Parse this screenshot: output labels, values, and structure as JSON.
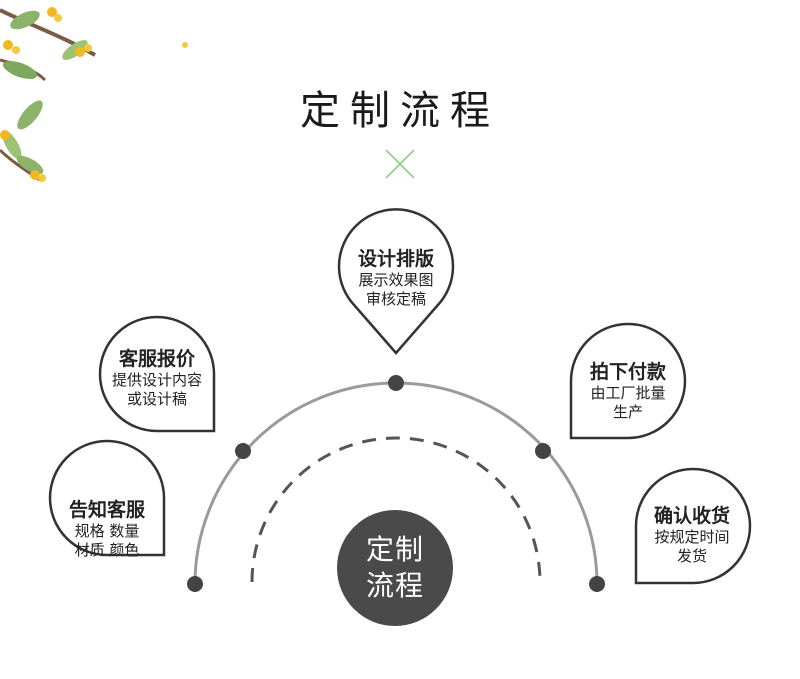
{
  "title": "定制流程",
  "center": {
    "line1": "定制",
    "line2": "流程"
  },
  "steps": [
    {
      "heading": "告知客服",
      "line1": "规格 数量",
      "line2": "材质 颜色"
    },
    {
      "heading": "客服报价",
      "line1": "提供设计内容",
      "line2": "或设计稿"
    },
    {
      "heading": "设计排版",
      "line1": "展示效果图",
      "line2": "审核定稿"
    },
    {
      "heading": "拍下付款",
      "line1": "由工厂批量",
      "line2": "生产"
    },
    {
      "heading": "确认收货",
      "line1": "按规定时间",
      "line2": "发货"
    }
  ],
  "colors": {
    "arc_outer": "#9a9a9a",
    "arc_inner": "#555555",
    "dot": "#444444",
    "center_fill": "#4a4a4a",
    "x_mark": "#8fcf8a",
    "bubble_stroke": "#333333"
  },
  "icons": [
    "branch-decoration",
    "cross-icon"
  ]
}
